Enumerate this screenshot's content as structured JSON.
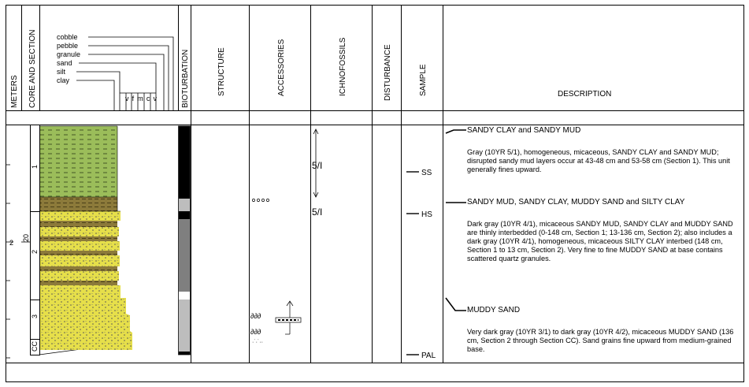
{
  "header": {
    "meters": "METERS",
    "core_and_section": "CORE AND SECTION",
    "grain_scale": [
      "cobble",
      "pebble",
      "granule",
      "sand",
      "silt",
      "clay"
    ],
    "sand_sub": "v f m c v",
    "bioturbation": "BIOTURBATION",
    "structure": "STRUCTURE",
    "accessories": "ACCESSORIES",
    "ichnofossils": "ICHNOFOSSILS",
    "disturbance": "DISTURBANCE",
    "sample": "SAMPLE",
    "description": "DESCRIPTION"
  },
  "depth": {
    "mark": "2",
    "core": "20"
  },
  "sections": [
    "1",
    "2",
    "3",
    "CC"
  ],
  "ichnofossil_labels": [
    "5/I",
    "5/I"
  ],
  "samples": [
    "SS",
    "HS",
    "PAL"
  ],
  "units": [
    {
      "title": "SANDY CLAY and SANDY MUD",
      "body": "Gray (10YR 5/1), homogeneous, micaceous, SANDY CLAY and SANDY MUD; disrupted sandy mud layers occur at 43-48 cm and 53-58 cm (Section 1). This unit generally fines upward."
    },
    {
      "title": "SANDY MUD, SANDY CLAY, MUDDY SAND and SILTY CLAY",
      "body": "Dark gray (10YR 4/1), micaceous SANDY MUD, SANDY CLAY and MUDDY SAND are thinly interbedded (0-148 cm, Section 1; 13-136 cm, Section 2); also includes a dark gray (10YR 4/1), homogeneous, micaceous SILTY CLAY interbed (148 cm, Section 1 to 13 cm, Section 2). Very fine to fine MUDDY SAND at base contains scattered quartz granules."
    },
    {
      "title": "MUDDY SAND",
      "body": "Very dark gray (10YR 3/1) to dark gray (10YR 4/2), micaceous MUDDY SAND (136 cm, Section 2 through Section CC). Sand grains fine upward from medium-grained base."
    }
  ],
  "colors": {
    "clay_green": "#9bbd5a",
    "sand_yellow": "#e6df4a",
    "mud_brown": "#8c7a3a"
  }
}
